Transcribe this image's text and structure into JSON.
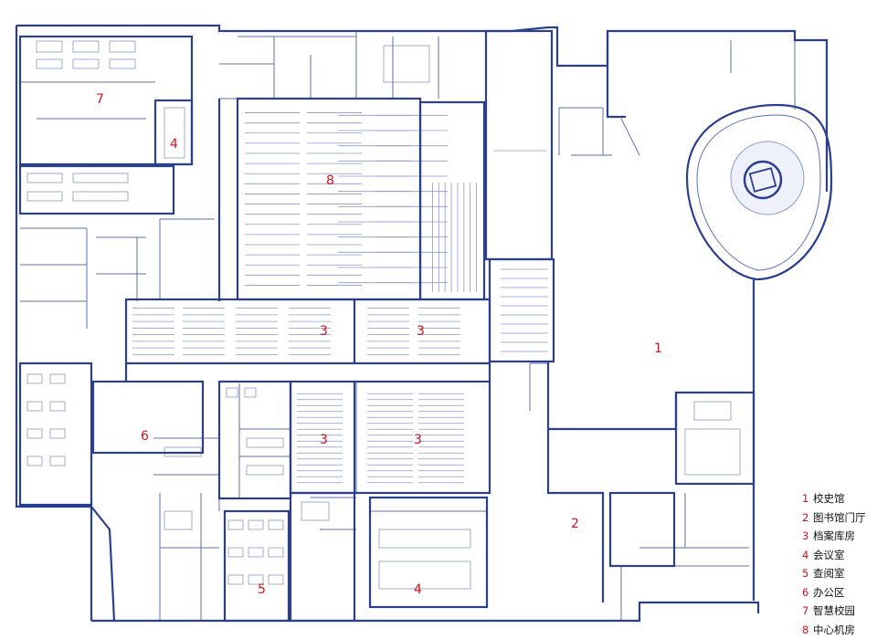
{
  "plan": {
    "colors": {
      "wall": "#2a3f8f",
      "thin": "#5c6fb6",
      "furniture": "#8a98cc",
      "label": "#d0101a",
      "legend_text": "#111111"
    },
    "zone_labels": [
      {
        "id": "1",
        "text": "1"
      },
      {
        "id": "2",
        "text": "2"
      },
      {
        "id": "3a",
        "text": "3"
      },
      {
        "id": "3b",
        "text": "3"
      },
      {
        "id": "3c",
        "text": "3"
      },
      {
        "id": "3d",
        "text": "3"
      },
      {
        "id": "4a",
        "text": "4"
      },
      {
        "id": "4b",
        "text": "4"
      },
      {
        "id": "5",
        "text": "5"
      },
      {
        "id": "6",
        "text": "6"
      },
      {
        "id": "7",
        "text": "7"
      },
      {
        "id": "8",
        "text": "8"
      }
    ]
  },
  "legend": {
    "items": [
      {
        "num": "1",
        "label": "校史馆"
      },
      {
        "num": "2",
        "label": "图书馆门厅"
      },
      {
        "num": "3",
        "label": "档案库房"
      },
      {
        "num": "4",
        "label": "会议室"
      },
      {
        "num": "5",
        "label": "查阅室"
      },
      {
        "num": "6",
        "label": "办公区"
      },
      {
        "num": "7",
        "label": "智慧校园"
      },
      {
        "num": "8",
        "label": "中心机房"
      }
    ]
  }
}
